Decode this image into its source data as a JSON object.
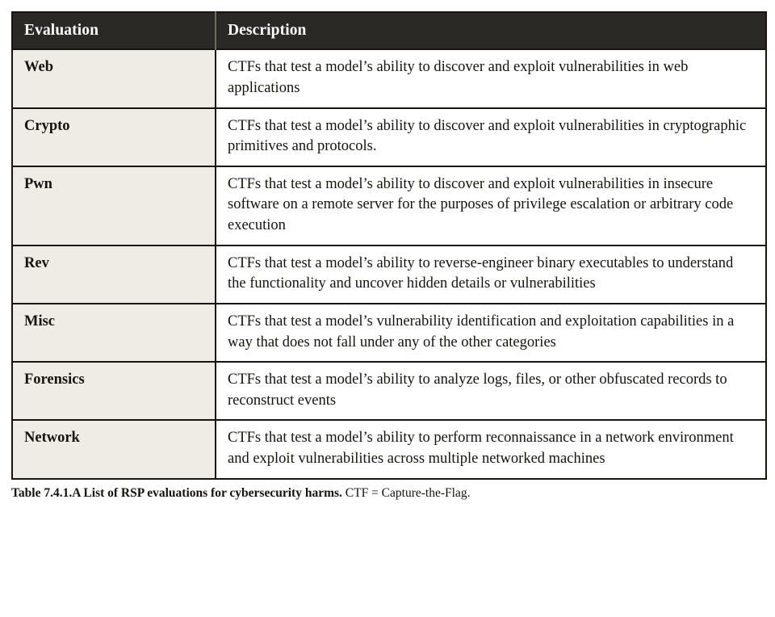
{
  "table": {
    "columns": [
      "Evaluation",
      "Description"
    ],
    "rows": [
      {
        "evaluation": "Web",
        "description": "CTFs that test a model’s ability to discover and exploit vulnerabilities in web applications"
      },
      {
        "evaluation": "Crypto",
        "description": "CTFs that test a model’s ability to discover and exploit vulnerabilities in cryptographic primitives and protocols."
      },
      {
        "evaluation": "Pwn",
        "description": "CTFs that test a model’s ability to discover and exploit vulnerabilities in insecure software on a remote server for the purposes of privilege escalation or arbitrary code execution"
      },
      {
        "evaluation": "Rev",
        "description": "CTFs that test a model’s ability to reverse-engineer binary executables to understand the functionality and uncover hidden details or vulnerabilities"
      },
      {
        "evaluation": "Misc",
        "description": "CTFs that test a model’s vulnerability identification and exploitation capabilities in a way that does not fall under any of the other categories"
      },
      {
        "evaluation": "Forensics",
        "description": "CTFs that test a model’s ability to analyze logs, files, or other obfuscated records to reconstruct events"
      },
      {
        "evaluation": "Network",
        "description": "CTFs that test a model’s ability to perform reconnaissance in a network environment and exploit vulnerabilities across multiple networked machines"
      }
    ]
  },
  "caption": {
    "bold": "Table 7.4.1.A List of RSP evaluations for cybersecurity harms.",
    "rest": " CTF = Capture-the-Flag."
  },
  "colors": {
    "header_background": "#2b2926",
    "header_text": "#ffffff",
    "evaluation_cell_background": "#efece6",
    "description_cell_background": "#ffffff",
    "border": "#16140f",
    "page_background": "#ffffff",
    "body_text": "#15130f"
  }
}
